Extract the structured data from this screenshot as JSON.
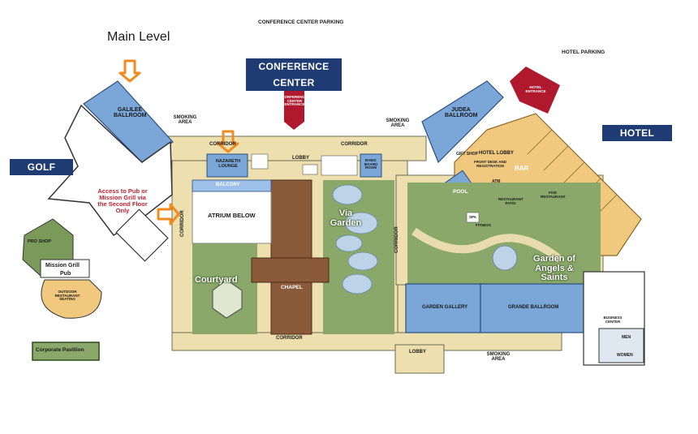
{
  "map": {
    "main_level": "Main Level",
    "conference_center_parking": "CONFERENCE CENTER PARKING",
    "hotel_parking": "HOTEL PARKING",
    "conference_center": "CONFERENCE CENTER",
    "hotel": "HOTEL",
    "golf": "GOLF",
    "galilee_ballroom": "GALILEE BALLROOM",
    "smoking_area_left": "SMOKING AREA",
    "smoking_area_right": "SMOKING AREA",
    "smoking_area_bottom": "SMOKING AREA",
    "conference_center_entrance": "CONFERENCE CENTER ENTRANCE",
    "hotel_entrance": "HOTEL ENTRANCE",
    "judea_ballroom": "JUDEA BALLROOM",
    "corridor_top_left": "CORRIDOR",
    "corridor_top_right": "CORRIDOR",
    "corridor_left": "CORRIDOR",
    "corridor_mid": "CORRIDOR",
    "corridor_bottom": "CORRIDOR",
    "lobby_top": "LOBBY",
    "lobby_bottom": "LOBBY",
    "nazareth_lounge": "NAZARETH LOUNGE",
    "board_room": "BVBIC BOARD ROOM",
    "balcony": "BALCONY",
    "atrium_below": "ATRIUM BELOW",
    "access_note": "Access to Pub or Mission Grill via the Second Floor Only",
    "via_garden": "Via Garden",
    "courtyard": "Courtyard",
    "chapel": "CHAPEL",
    "gift_shop": "GIFT SHOP",
    "hotel_lobby": "HOTEL LOBBY",
    "front_desk": "FRONT DESK AND REGISTRATION",
    "pool": "POOL",
    "atm": "ATM",
    "restaurant_patio": "RESTAURANT PATIO",
    "bar": "BAR",
    "five_restaurant": "FIVE RESTAURANT",
    "spa": "SPA",
    "fitness": "FITNESS",
    "garden_of_angels": "Garden of Angels & Saints",
    "garden_gallery": "GARDEN GALLERY",
    "grande_ballroom": "GRANDE BALLROOM",
    "business_center": "BUSINESS CENTER",
    "men": "MEN",
    "women": "WOMEN",
    "pro_shop": "PRO SHOP",
    "mission_grill": "Mission Grill",
    "pub": "Pub",
    "outdoor_restaurant_seating": "OUTDOOR RESTAURANT SEATING",
    "corporate_pavillion": "Corporate Pavillion"
  },
  "colors": {
    "ballroom_blue": "#7ba7d8",
    "hotel_tan": "#f0c87e",
    "corridor_tan": "#eedfae",
    "garden_green": "#8aa86a",
    "chapel_brown": "#8a5a3a",
    "banner_navy": "#1f3b73",
    "entrance_red": "#b0182e",
    "arrow_orange": "#f28a1f"
  }
}
